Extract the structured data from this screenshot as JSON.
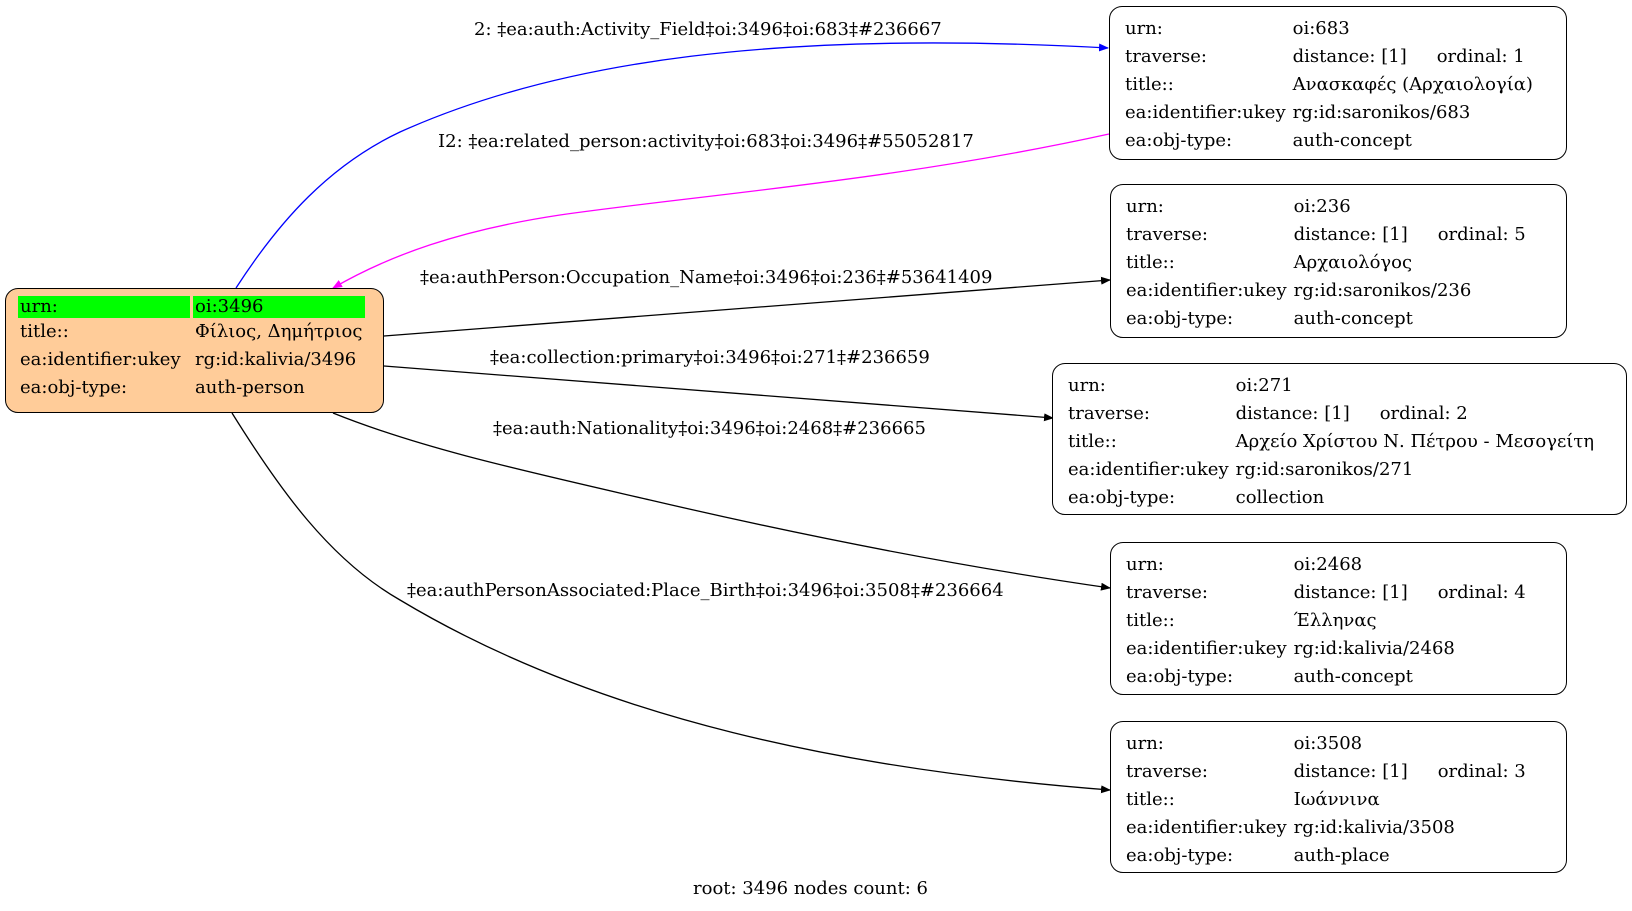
{
  "root": {
    "rows": [
      {
        "key": "urn:",
        "value": "oi:3496"
      },
      {
        "key": "title::",
        "value": "Φίλιος, Δημήτριος"
      },
      {
        "key": "ea:identifier:ukey",
        "value": "rg:id:kalivia/3496"
      },
      {
        "key": "ea:obj-type:",
        "value": "auth-person"
      }
    ],
    "fill_color": "#ffcc99",
    "highlight_color": "#00ff00"
  },
  "nodes": [
    {
      "urn": "oi:683",
      "distance": "distance: [1]",
      "ordinal": "ordinal: 1",
      "title": "Ανασκαφές (Αρχαιολογία)",
      "ukey": "rg:id:saronikos/683",
      "obj_type": "auth-concept"
    },
    {
      "urn": "oi:236",
      "distance": "distance: [1]",
      "ordinal": "ordinal: 5",
      "title": "Αρχαιολόγος",
      "ukey": "rg:id:saronikos/236",
      "obj_type": "auth-concept"
    },
    {
      "urn": "oi:271",
      "distance": "distance: [1]",
      "ordinal": "ordinal: 2",
      "title": "Αρχείο Χρίστου Ν. Πέτρου - Μεσογείτη",
      "ukey": "rg:id:saronikos/271",
      "obj_type": "collection"
    },
    {
      "urn": "oi:2468",
      "distance": "distance: [1]",
      "ordinal": "ordinal: 4",
      "title": "Έλληνας",
      "ukey": "rg:id:kalivia/2468",
      "obj_type": "auth-concept"
    },
    {
      "urn": "oi:3508",
      "distance": "distance: [1]",
      "ordinal": "ordinal: 3",
      "title": "Ιωάννινα",
      "ukey": "rg:id:kalivia/3508",
      "obj_type": "auth-place"
    }
  ],
  "row_keys": {
    "urn": "urn:",
    "traverse": "traverse:",
    "title": "title::",
    "ukey": "ea:identifier:ukey",
    "obj_type": "ea:obj-type:"
  },
  "edges": [
    {
      "label": "2: ‡ea:auth:Activity_Field‡oi:3496‡oi:683‡#236667",
      "color": "#0000ff",
      "from": "oi:3496",
      "to": "oi:683"
    },
    {
      "label": "I2: ‡ea:related_person:activity‡oi:683‡oi:3496‡#55052817",
      "color": "#ff00ff",
      "from": "oi:683",
      "to": "oi:3496"
    },
    {
      "label": "‡ea:authPerson:Occupation_Name‡oi:3496‡oi:236‡#53641409",
      "color": "#000000",
      "from": "oi:3496",
      "to": "oi:236"
    },
    {
      "label": "‡ea:collection:primary‡oi:3496‡oi:271‡#236659",
      "color": "#000000",
      "from": "oi:3496",
      "to": "oi:271"
    },
    {
      "label": "‡ea:auth:Nationality‡oi:3496‡oi:2468‡#236665",
      "color": "#000000",
      "from": "oi:3496",
      "to": "oi:2468"
    },
    {
      "label": "‡ea:authPersonAssociated:Place_Birth‡oi:3496‡oi:3508‡#236664",
      "color": "#000000",
      "from": "oi:3496",
      "to": "oi:3508"
    }
  ],
  "footer": "root: 3496 nodes count: 6"
}
